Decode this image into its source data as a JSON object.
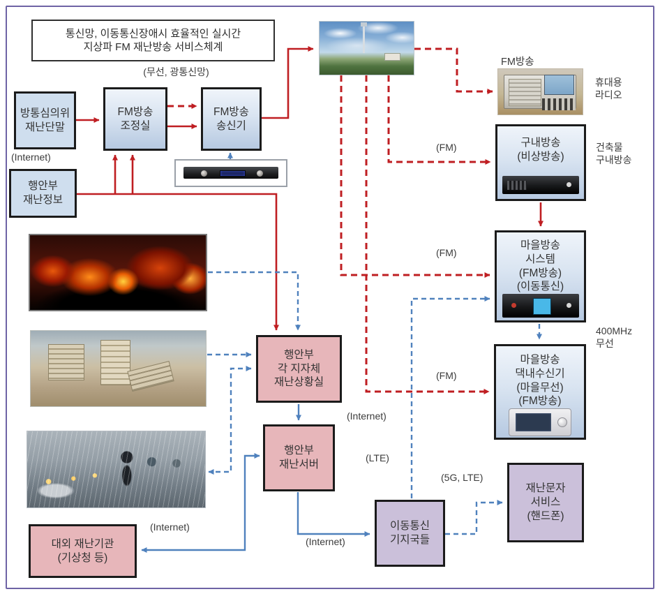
{
  "title": "통신망, 이동통신장애시 효율적인 실시간\n지상파 FM 재난방송 서비스체계",
  "nodes": {
    "deliberation_terminal": "방통심의위\n재난단말",
    "fm_control_room": "FM방송\n조정실",
    "fm_transmitter": "FM방송\n송신기",
    "mois_disaster_info": "행안부\n재난정보",
    "indoor_broadcast": "구내방송\n(비상방송)",
    "village_system": "마을방송\n시스템\n(FM방송)\n(이동통신)",
    "village_receiver": "마을방송\n댁내수신기\n(마을무선)\n(FM방송)",
    "situation_room": "행안부\n각 지자체\n재난상황실",
    "disaster_server": "행안부\n재난서버",
    "external_agency": "대외 재난기관\n(기상청 등)",
    "base_stations": "이동통신\n기지국들",
    "text_service": "재난문자\n서비스\n(핸드폰)"
  },
  "labels": {
    "wireless_optical": "(무선, 광통신망)",
    "internet_deliberation": "(Internet)",
    "internet_situation": "(Internet)",
    "internet_external": "(Internet)",
    "internet_base": "(Internet)",
    "fm_indoor": "(FM)",
    "fm_village": "(FM)",
    "fm_receiver": "(FM)",
    "lte": "(LTE)",
    "g5_lte": "(5G, LTE)",
    "fm_broadcast": "FM방송",
    "portable_radio": "휴대용\n라디오",
    "building_indoor": "건축물\n구내방송",
    "mhz_wireless": "400MHz\n무선"
  },
  "photos": {
    "tower": "transmission-tower-photo",
    "radio": "portable-radio-photo",
    "transmitter_rack": "fm-transmitter-equipment-photo",
    "fire": "wildfire-photo",
    "earthquake": "earthquake-damage-photo",
    "rain": "heavy-rain-street-photo",
    "indoor_rack": "indoor-broadcast-equipment-photo",
    "village_rack": "village-broadcast-equipment-photo",
    "wall_receiver": "home-receiver-device-photo"
  },
  "colors": {
    "red_arrow": "#bf1e22",
    "blue_arrow": "#4f81bd",
    "pink_box": "#e7b6ba",
    "purple_box": "#cbc0da",
    "blue_box": "#cfdeee",
    "frame_border": "#6e63a5"
  }
}
